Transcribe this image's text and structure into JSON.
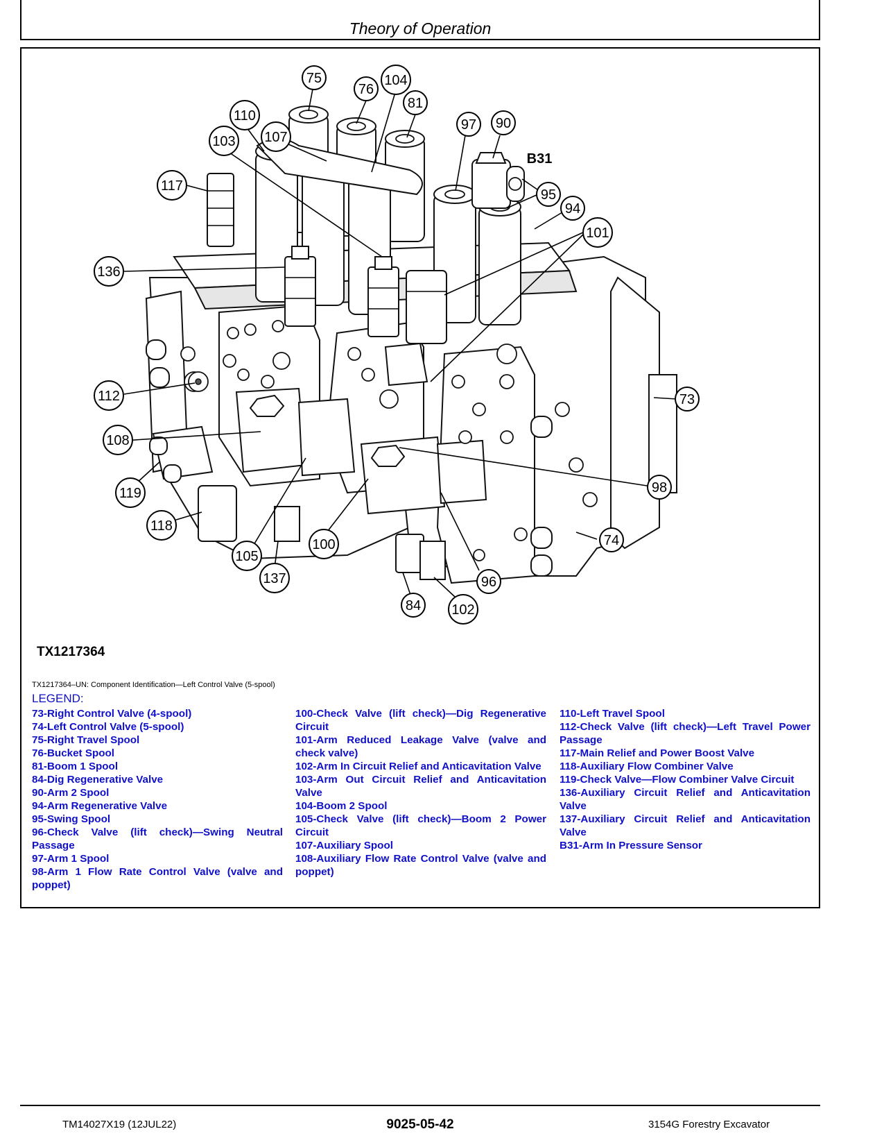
{
  "header": {
    "title": "Theory of Operation"
  },
  "figure": {
    "id": "TX1217364",
    "caption": "TX1217364–UN: Component Identification—Left Control Valve (5-spool)",
    "callouts": [
      "107",
      "75",
      "76",
      "104",
      "81",
      "110",
      "103",
      "97",
      "90",
      "B31",
      "117",
      "95",
      "94",
      "101",
      "136",
      "112",
      "73",
      "108",
      "98",
      "119",
      "118",
      "74",
      "105",
      "100",
      "96",
      "137",
      "84",
      "102"
    ]
  },
  "legend": {
    "title": "LEGEND:",
    "col1": [
      "73-Right Control Valve (4-spool)",
      "74-Left Control Valve (5-spool)",
      "75-Right Travel Spool",
      "76-Bucket Spool",
      "81-Boom 1 Spool",
      "84-Dig Regenerative Valve",
      "90-Arm 2 Spool",
      "94-Arm Regenerative Valve",
      "95-Swing Spool",
      "96-Check Valve (lift check)—Swing Neutral Passage",
      "97-Arm 1 Spool",
      "98-Arm 1 Flow Rate Control Valve (valve and poppet)"
    ],
    "col2": [
      "100-Check Valve (lift check)—Dig Regenerative Circuit",
      "101-Arm Reduced Leakage Valve (valve and check valve)",
      "102-Arm In Circuit Relief and Anticavitation Valve",
      "103-Arm Out Circuit Relief and Anticavitation Valve",
      "104-Boom 2 Spool",
      "105-Check Valve (lift check)—Boom 2 Power Circuit",
      "107-Auxiliary Spool",
      "108-Auxiliary Flow Rate Control Valve (valve and poppet)"
    ],
    "col3": [
      "110-Left Travel Spool",
      "112-Check Valve (lift check)—Left Travel Power Passage",
      "117-Main Relief and Power Boost Valve",
      "118-Auxiliary Flow Combiner Valve",
      "119-Check Valve—Flow Combiner Valve Circuit",
      "136-Auxiliary Circuit Relief and Anticavitation Valve",
      "137-Auxiliary Circuit Relief and Anticavitation Valve",
      "B31-Arm In Pressure Sensor"
    ]
  },
  "footer": {
    "left": "TM14027X19 (12JUL22)",
    "center": "9025-05-42",
    "right": "3154G Forestry Excavator"
  }
}
